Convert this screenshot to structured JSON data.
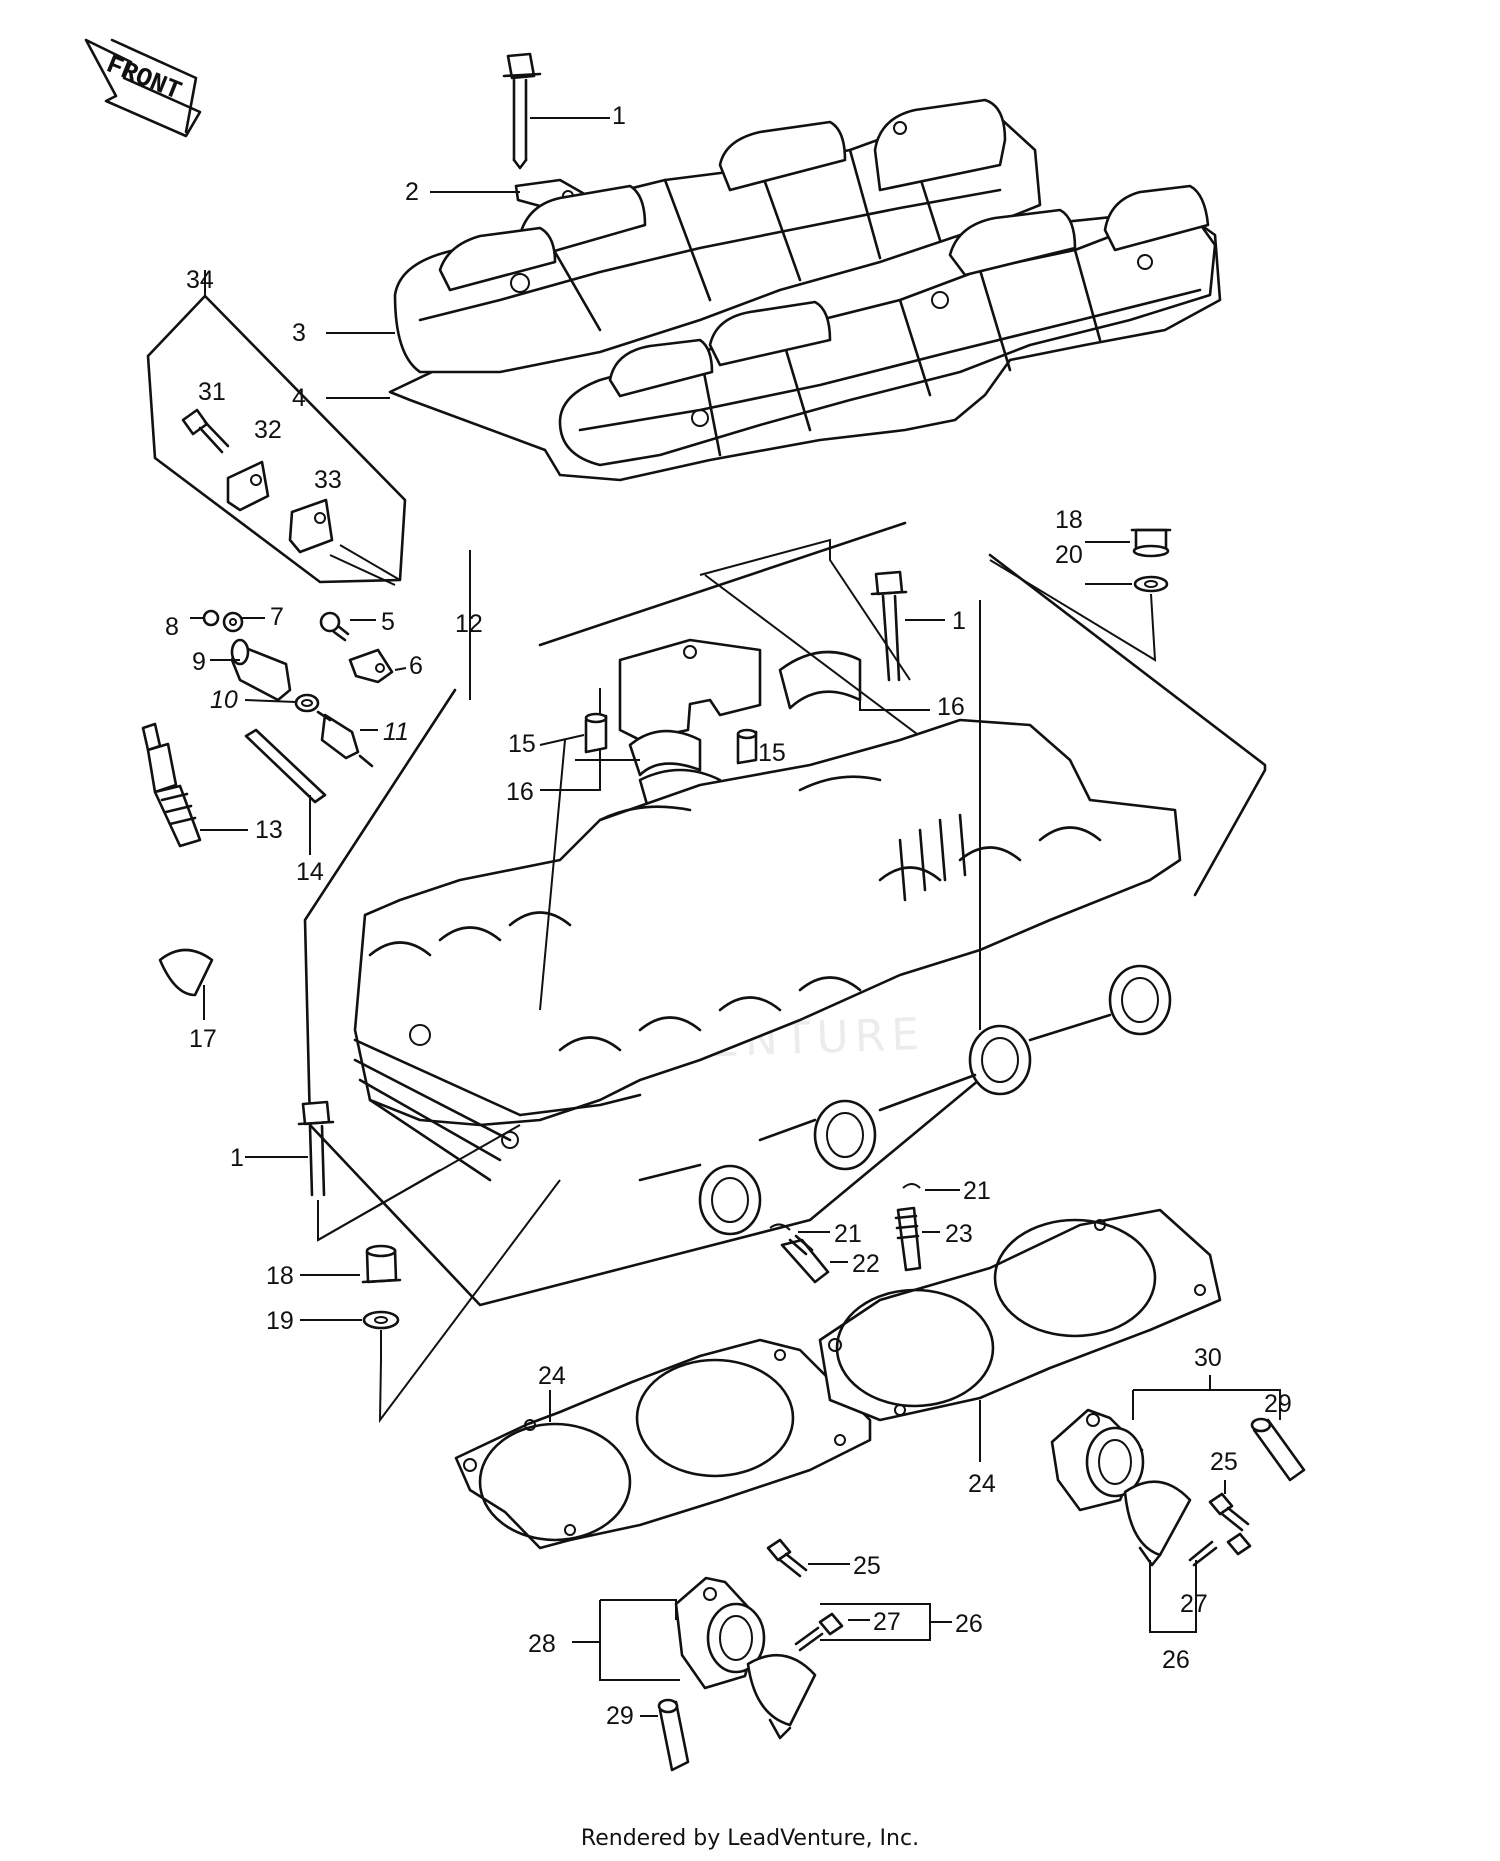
{
  "front_arrow": {
    "text": "FRONT"
  },
  "watermark": {
    "text": "ADVENTURE"
  },
  "credit": {
    "text": "Rendered by LeadVenture, Inc."
  },
  "callouts": [
    {
      "id": "c1a",
      "text": "1"
    },
    {
      "id": "c2",
      "text": "2"
    },
    {
      "id": "c3",
      "text": "3"
    },
    {
      "id": "c4",
      "text": "4"
    },
    {
      "id": "c34",
      "text": "34"
    },
    {
      "id": "c31",
      "text": "31"
    },
    {
      "id": "c32",
      "text": "32"
    },
    {
      "id": "c33",
      "text": "33"
    },
    {
      "id": "c18a",
      "text": "18"
    },
    {
      "id": "c20",
      "text": "20"
    },
    {
      "id": "c1b",
      "text": "1"
    },
    {
      "id": "c16a",
      "text": "16"
    },
    {
      "id": "c8",
      "text": "8"
    },
    {
      "id": "c7",
      "text": "7"
    },
    {
      "id": "c5",
      "text": "5"
    },
    {
      "id": "c6",
      "text": "6"
    },
    {
      "id": "c9",
      "text": "9"
    },
    {
      "id": "c10",
      "text": "10"
    },
    {
      "id": "c11",
      "text": "11"
    },
    {
      "id": "c12",
      "text": "12"
    },
    {
      "id": "c15a",
      "text": "15"
    },
    {
      "id": "c15b",
      "text": "15"
    },
    {
      "id": "c16b",
      "text": "16"
    },
    {
      "id": "c13",
      "text": "13"
    },
    {
      "id": "c14",
      "text": "14"
    },
    {
      "id": "c17",
      "text": "17"
    },
    {
      "id": "c1c",
      "text": "1"
    },
    {
      "id": "c21a",
      "text": "21"
    },
    {
      "id": "c21b",
      "text": "21"
    },
    {
      "id": "c23",
      "text": "23"
    },
    {
      "id": "c22",
      "text": "22"
    },
    {
      "id": "c18b",
      "text": "18"
    },
    {
      "id": "c19",
      "text": "19"
    },
    {
      "id": "c30",
      "text": "30"
    },
    {
      "id": "c29a",
      "text": "29"
    },
    {
      "id": "c24a",
      "text": "24"
    },
    {
      "id": "c25a",
      "text": "25"
    },
    {
      "id": "c24b",
      "text": "24"
    },
    {
      "id": "c27a",
      "text": "27"
    },
    {
      "id": "c26a",
      "text": "26"
    },
    {
      "id": "c25b",
      "text": "25"
    },
    {
      "id": "c26b",
      "text": "26"
    },
    {
      "id": "c28",
      "text": "28"
    },
    {
      "id": "c27b",
      "text": "27"
    },
    {
      "id": "c29b",
      "text": "29"
    }
  ]
}
